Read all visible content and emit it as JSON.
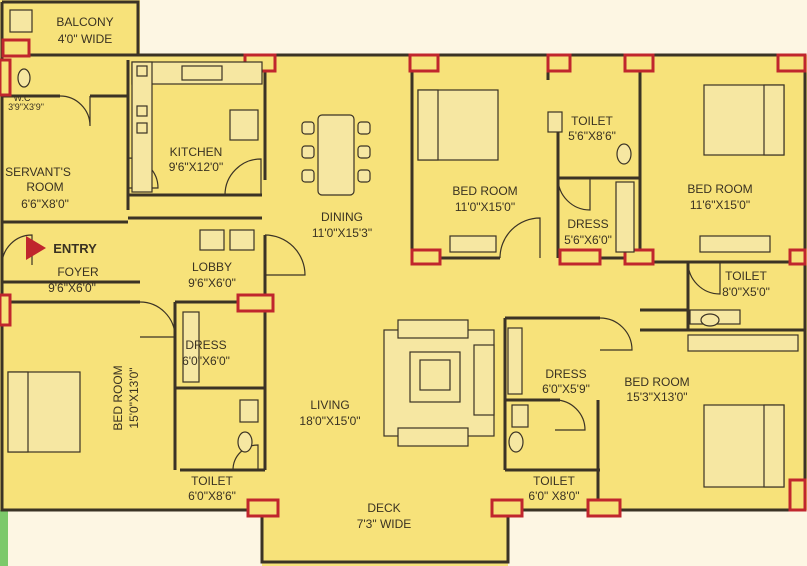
{
  "plan_colors": {
    "floor": "#f7e27a",
    "wall": "#3b3325",
    "column_outline": "#c0262d",
    "entry_marker": "#c0262d",
    "background": "#fdf6e3",
    "outer_strip": "#7cc96a"
  },
  "rooms": {
    "balcony": {
      "name": "BALCONY",
      "dim": "4'0\" WIDE"
    },
    "wc": {
      "name": "W.C",
      "dim": "3'9\"X3'9\""
    },
    "servant": {
      "name1": "SERVANT'S",
      "name2": "ROOM",
      "dim": "6'6\"X8'0\""
    },
    "kitchen": {
      "name": "KITCHEN",
      "dim": "9'6\"X12'0\""
    },
    "dining": {
      "name": "DINING",
      "dim": "11'0\"X15'3\""
    },
    "entry": {
      "name": "ENTRY"
    },
    "foyer": {
      "name": "FOYER",
      "dim": "9'6\"X6'0\""
    },
    "lobby": {
      "name": "LOBBY",
      "dim": "9'6\"X6'0\""
    },
    "bed1": {
      "name": "BED ROOM",
      "dim": "11'0\"X15'0\""
    },
    "toilet1": {
      "name": "TOILET",
      "dim": "5'6\"X8'6\""
    },
    "dress1": {
      "name": "DRESS",
      "dim": "5'6\"X6'0\""
    },
    "bed2": {
      "name": "BED ROOM",
      "dim": "11'6\"X15'0\""
    },
    "toilet2": {
      "name": "TOILET",
      "dim": "8'0\"X5'0\""
    },
    "dress2": {
      "name": "DRESS",
      "dim": "6'0\"X6'0\""
    },
    "bed3": {
      "name": "BED ROOM",
      "dim": "15'0\"X13'0\""
    },
    "toilet3": {
      "name": "TOILET",
      "dim": "6'0\"X8'6\""
    },
    "living": {
      "name": "LIVING",
      "dim": "18'0\"X15'0\""
    },
    "dress3": {
      "name": "DRESS",
      "dim": "6'0\"X5'9\""
    },
    "bed4": {
      "name": "BED ROOM",
      "dim": "15'3\"X13'0\""
    },
    "toilet4": {
      "name": "TOILET",
      "dim": "6'0\" X8'0\""
    },
    "deck": {
      "name": "DECK",
      "dim": "7'3\" WIDE"
    }
  },
  "icons": [
    "entry-arrow-icon",
    "bed-icon",
    "toilet-icon",
    "sink-icon",
    "sofa-icon",
    "dining-table-icon",
    "door-swing-icon",
    "wardrobe-icon"
  ]
}
